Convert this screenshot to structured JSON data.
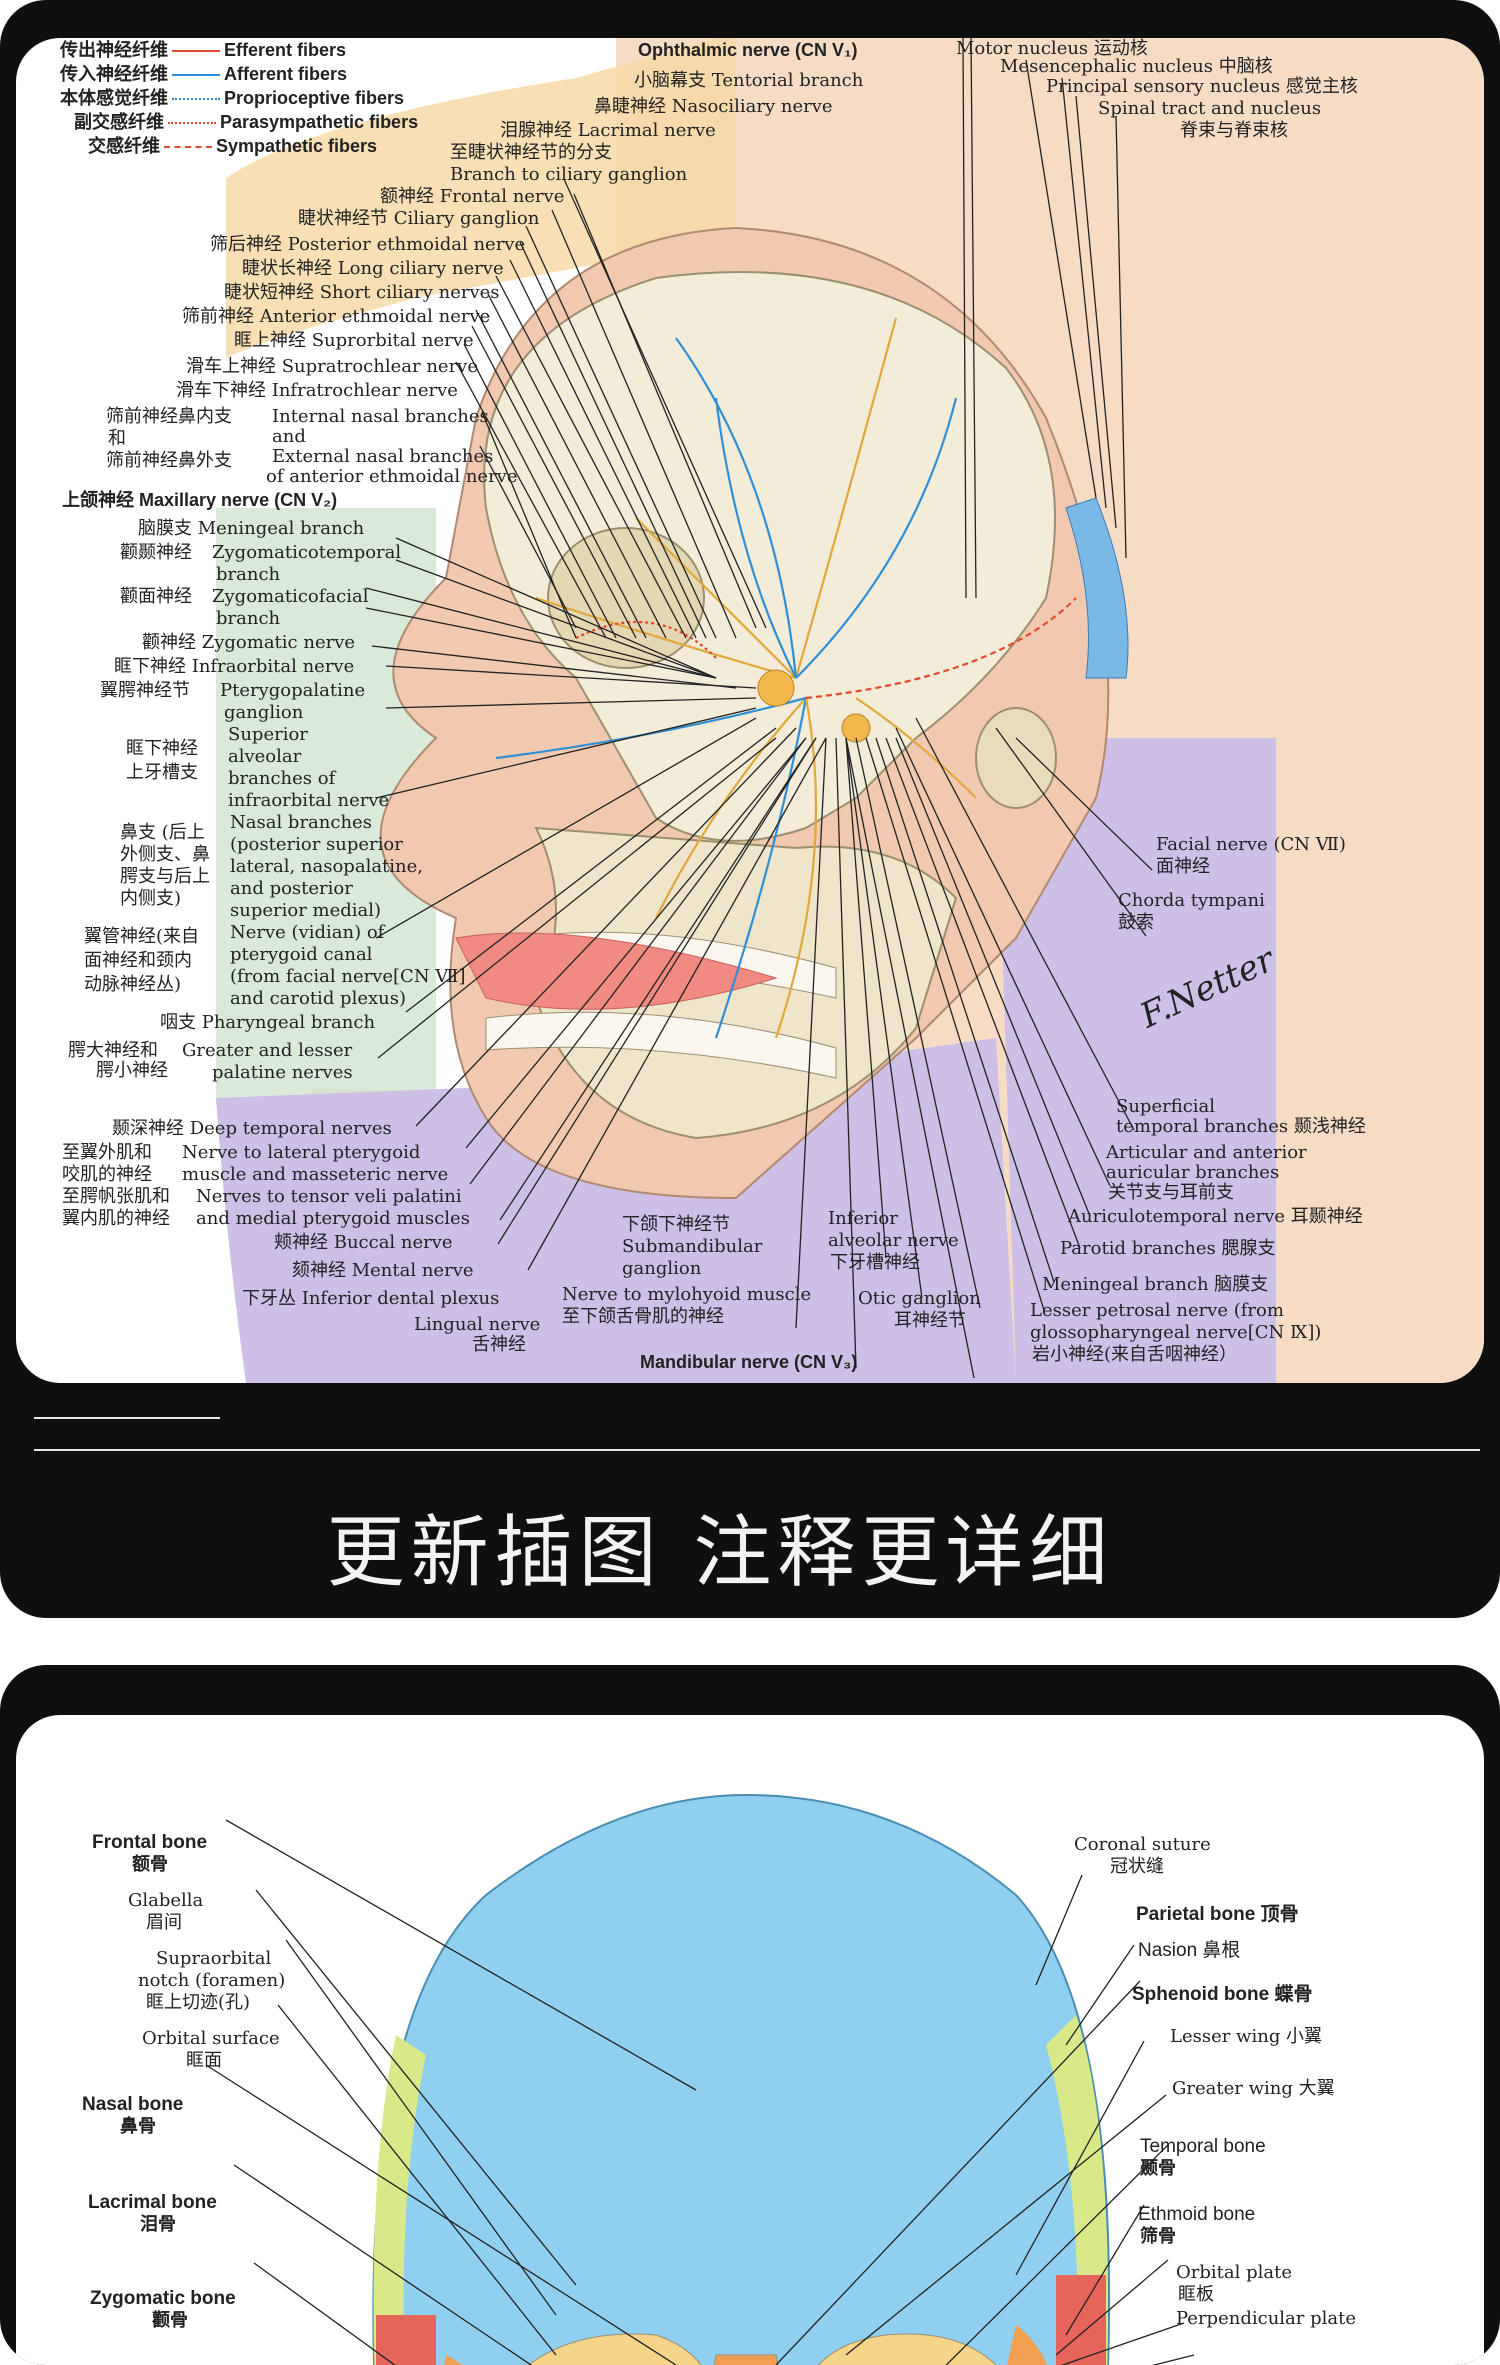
{
  "legend": [
    {
      "zh": "传出神经纤维",
      "en": "Efferent fibers",
      "color": "#e8472b",
      "style": "solid"
    },
    {
      "zh": "传入神经纤维",
      "en": "Afferent fibers",
      "color": "#2f8fd6",
      "style": "solid"
    },
    {
      "zh": "本体感觉纤维",
      "en": "Proprioceptive fibers",
      "color": "#2f8fd6",
      "style": "dotted"
    },
    {
      "zh": "副交感纤维",
      "en": "Parasympathetic fibers",
      "color": "#e8472b",
      "style": "dotted"
    },
    {
      "zh": "交感纤维",
      "en": "Sympathetic fibers",
      "color": "#e8472b",
      "style": "dashed"
    }
  ],
  "top_labels": {
    "ophthalmic": "Ophthalmic nerve (CN V₁)",
    "tentorial": "小脑幕支 Tentorial branch",
    "nasociliary": "鼻睫神经 Nasociliary nerve",
    "lacrimal": "泪腺神经 Lacrimal nerve",
    "branch_ciliary_zh": "至睫状神经节的分支",
    "branch_ciliary_en": "Branch to ciliary ganglion",
    "frontal": "额神经 Frontal nerve",
    "ciliary_ganglion": "睫状神经节 Ciliary ganglion",
    "post_ethmoid": "筛后神经 Posterior ethmoidal nerve",
    "long_ciliary": "睫状长神经 Long ciliary nerve",
    "short_ciliary": "睫状短神经 Short ciliary nerves",
    "ant_ethmoid": "筛前神经 Anterior ethmoidal nerve",
    "supraorbital": "眶上神经 Suprorbital nerve",
    "supratrochlear": "滑车上神经 Supratrochlear nerve",
    "infratrochlear": "滑车下神经 Infratrochlear nerve",
    "nasal_int_zh": "筛前神经鼻内支",
    "nasal_and_zh": "和",
    "nasal_ext_zh": "筛前神经鼻外支",
    "nasal_int_en": "Internal nasal branches",
    "nasal_and_en": "and",
    "nasal_ext_en": "External nasal branches",
    "nasal_ext_en2": "of anterior ethmoidal nerve",
    "maxillary": "上颌神经 Maxillary nerve (CN V₂)",
    "meningeal": "脑膜支 Meningeal branch",
    "zygomaticotemporal_zh": "颧颞神经",
    "zygomaticotemporal_en": "Zygomaticotemporal",
    "zygomaticotemporal_en2": "branch",
    "zygomaticofacial_zh": "颧面神经",
    "zygomaticofacial_en": "Zygomaticofacial",
    "zygomaticofacial_en2": "branch",
    "zygomatic": "颧神经 Zygomatic nerve",
    "infraorbital": "眶下神经 Infraorbital nerve",
    "pterygopalatine_zh": "翼腭神经节",
    "pterygopalatine_en": "Pterygopalatine",
    "pterygopalatine_en2": "ganglion",
    "sup_alveolar_zh1": "眶下神经",
    "sup_alveolar_zh2": "上牙槽支",
    "sup_alveolar_en": [
      "Superior",
      "alveolar",
      "branches of",
      "infraorbital nerve"
    ],
    "nasal_branches_zh": [
      "鼻支 (后上",
      "外侧支、鼻",
      "腭支与后上",
      "内侧支)"
    ],
    "nasal_branches_en": [
      "Nasal branches",
      "(posterior superior",
      "lateral, nasopalatine,",
      "and posterior",
      "superior medial)"
    ],
    "vidian_zh": [
      "翼管神经(来自",
      "面神经和颈内",
      "动脉神经丛)"
    ],
    "vidian_en": [
      "Nerve (vidian) of",
      "pterygoid canal",
      "(from facial nerve[CN Ⅶ]",
      "and carotid plexus)"
    ],
    "pharyngeal": "咽支 Pharyngeal branch",
    "palatine_zh1": "腭大神经和",
    "palatine_zh2": "腭小神经",
    "palatine_en1": "Greater and lesser",
    "palatine_en2": "palatine nerves",
    "deep_temporal": "颞深神经 Deep temporal nerves",
    "lat_ptery_zh1": "至翼外肌和",
    "lat_ptery_zh2": "咬肌的神经",
    "lat_ptery_en1": "Nerve to lateral pterygoid",
    "lat_ptery_en2": "muscle and masseteric nerve",
    "tensor_zh1": "至腭帆张肌和",
    "tensor_zh2": "翼内肌的神经",
    "tensor_en1": "Nerves to tensor veli palatini",
    "tensor_en2": "and medial pterygoid muscles",
    "buccal": "颊神经 Buccal nerve",
    "mental": "颏神经 Mental nerve",
    "inf_dental": "下牙丛 Inferior dental plexus",
    "lingual_en": "Lingual nerve",
    "lingual_zh": "舌神经",
    "submandibular_zh": "下颌下神经节",
    "submandibular_en1": "Submandibular",
    "submandibular_en2": "ganglion",
    "mylohyoid_en": "Nerve to mylohyoid muscle",
    "mylohyoid_zh": "至下颌舌骨肌的神经",
    "inf_alveolar_en1": "Inferior",
    "inf_alveolar_en2": "alveolar nerve",
    "inf_alveolar_zh": "下牙槽神经",
    "otic_en": "Otic ganglion",
    "otic_zh": "耳神经节",
    "mandibular": "Mandibular nerve (CN V₃)",
    "motor_nucleus": "Motor nucleus 运动核",
    "mesencephalic": "Mesencephalic nucleus 中脑核",
    "principal": "Principal sensory nucleus 感觉主核",
    "spinal_en": "Spinal tract and nucleus",
    "spinal_zh": "脊束与脊束核",
    "facial_en": "Facial nerve (CN Ⅶ)",
    "facial_zh": "面神经",
    "chorda_en": "Chorda tympani",
    "chorda_zh": "鼓索",
    "sup_temporal_en1": "Superficial",
    "sup_temporal_en2": "temporal branches 颞浅神经",
    "articular_en1": "Articular and anterior",
    "articular_en2": "auricular branches",
    "articular_zh": "关节支与耳前支",
    "auriculotemporal": "Auriculotemporal nerve 耳颞神经",
    "parotid": "Parotid branches 腮腺支",
    "meningeal_v3": "Meningeal branch 脑膜支",
    "lesser_petrosal1": "Lesser petrosal nerve (from",
    "lesser_petrosal2": "glossopharyngeal nerve[CN Ⅸ])",
    "lesser_petrosal_zh": "岩小神经(来自舌咽神经）"
  },
  "banner": {
    "title": "更新插图 注释更详细"
  },
  "bottom_labels": {
    "frontal_en": "Frontal bone",
    "frontal_zh": "额骨",
    "glabella_en": "Glabella",
    "glabella_zh": "眉间",
    "supraorbital_en1": "Supraorbital",
    "supraorbital_en2": "notch (foramen)",
    "supraorbital_zh": "眶上切迹(孔)",
    "orbital_surface_en": "Orbital surface",
    "orbital_surface_zh": "眶面",
    "nasal_en": "Nasal bone",
    "nasal_zh": "鼻骨",
    "lacrimal_en": "Lacrimal bone",
    "lacrimal_zh": "泪骨",
    "zygomatic_en": "Zygomatic bone",
    "zygomatic_zh": "颧骨",
    "coronal_en": "Coronal suture",
    "coronal_zh": "冠状缝",
    "parietal": "Parietal bone 顶骨",
    "nasion": "Nasion 鼻根",
    "sphenoid": "Sphenoid bone 蝶骨",
    "lesser_wing": "Lesser wing 小翼",
    "greater_wing": "Greater wing 大翼",
    "temporal_en": "Temporal bone",
    "temporal_zh": "颞骨",
    "ethmoid_en": "Ethmoid bone",
    "ethmoid_zh": "筛骨",
    "orbital_plate_en": "Orbital plate",
    "orbital_plate_zh": "眶板",
    "perpendicular_en": "Perpendicular plate"
  }
}
